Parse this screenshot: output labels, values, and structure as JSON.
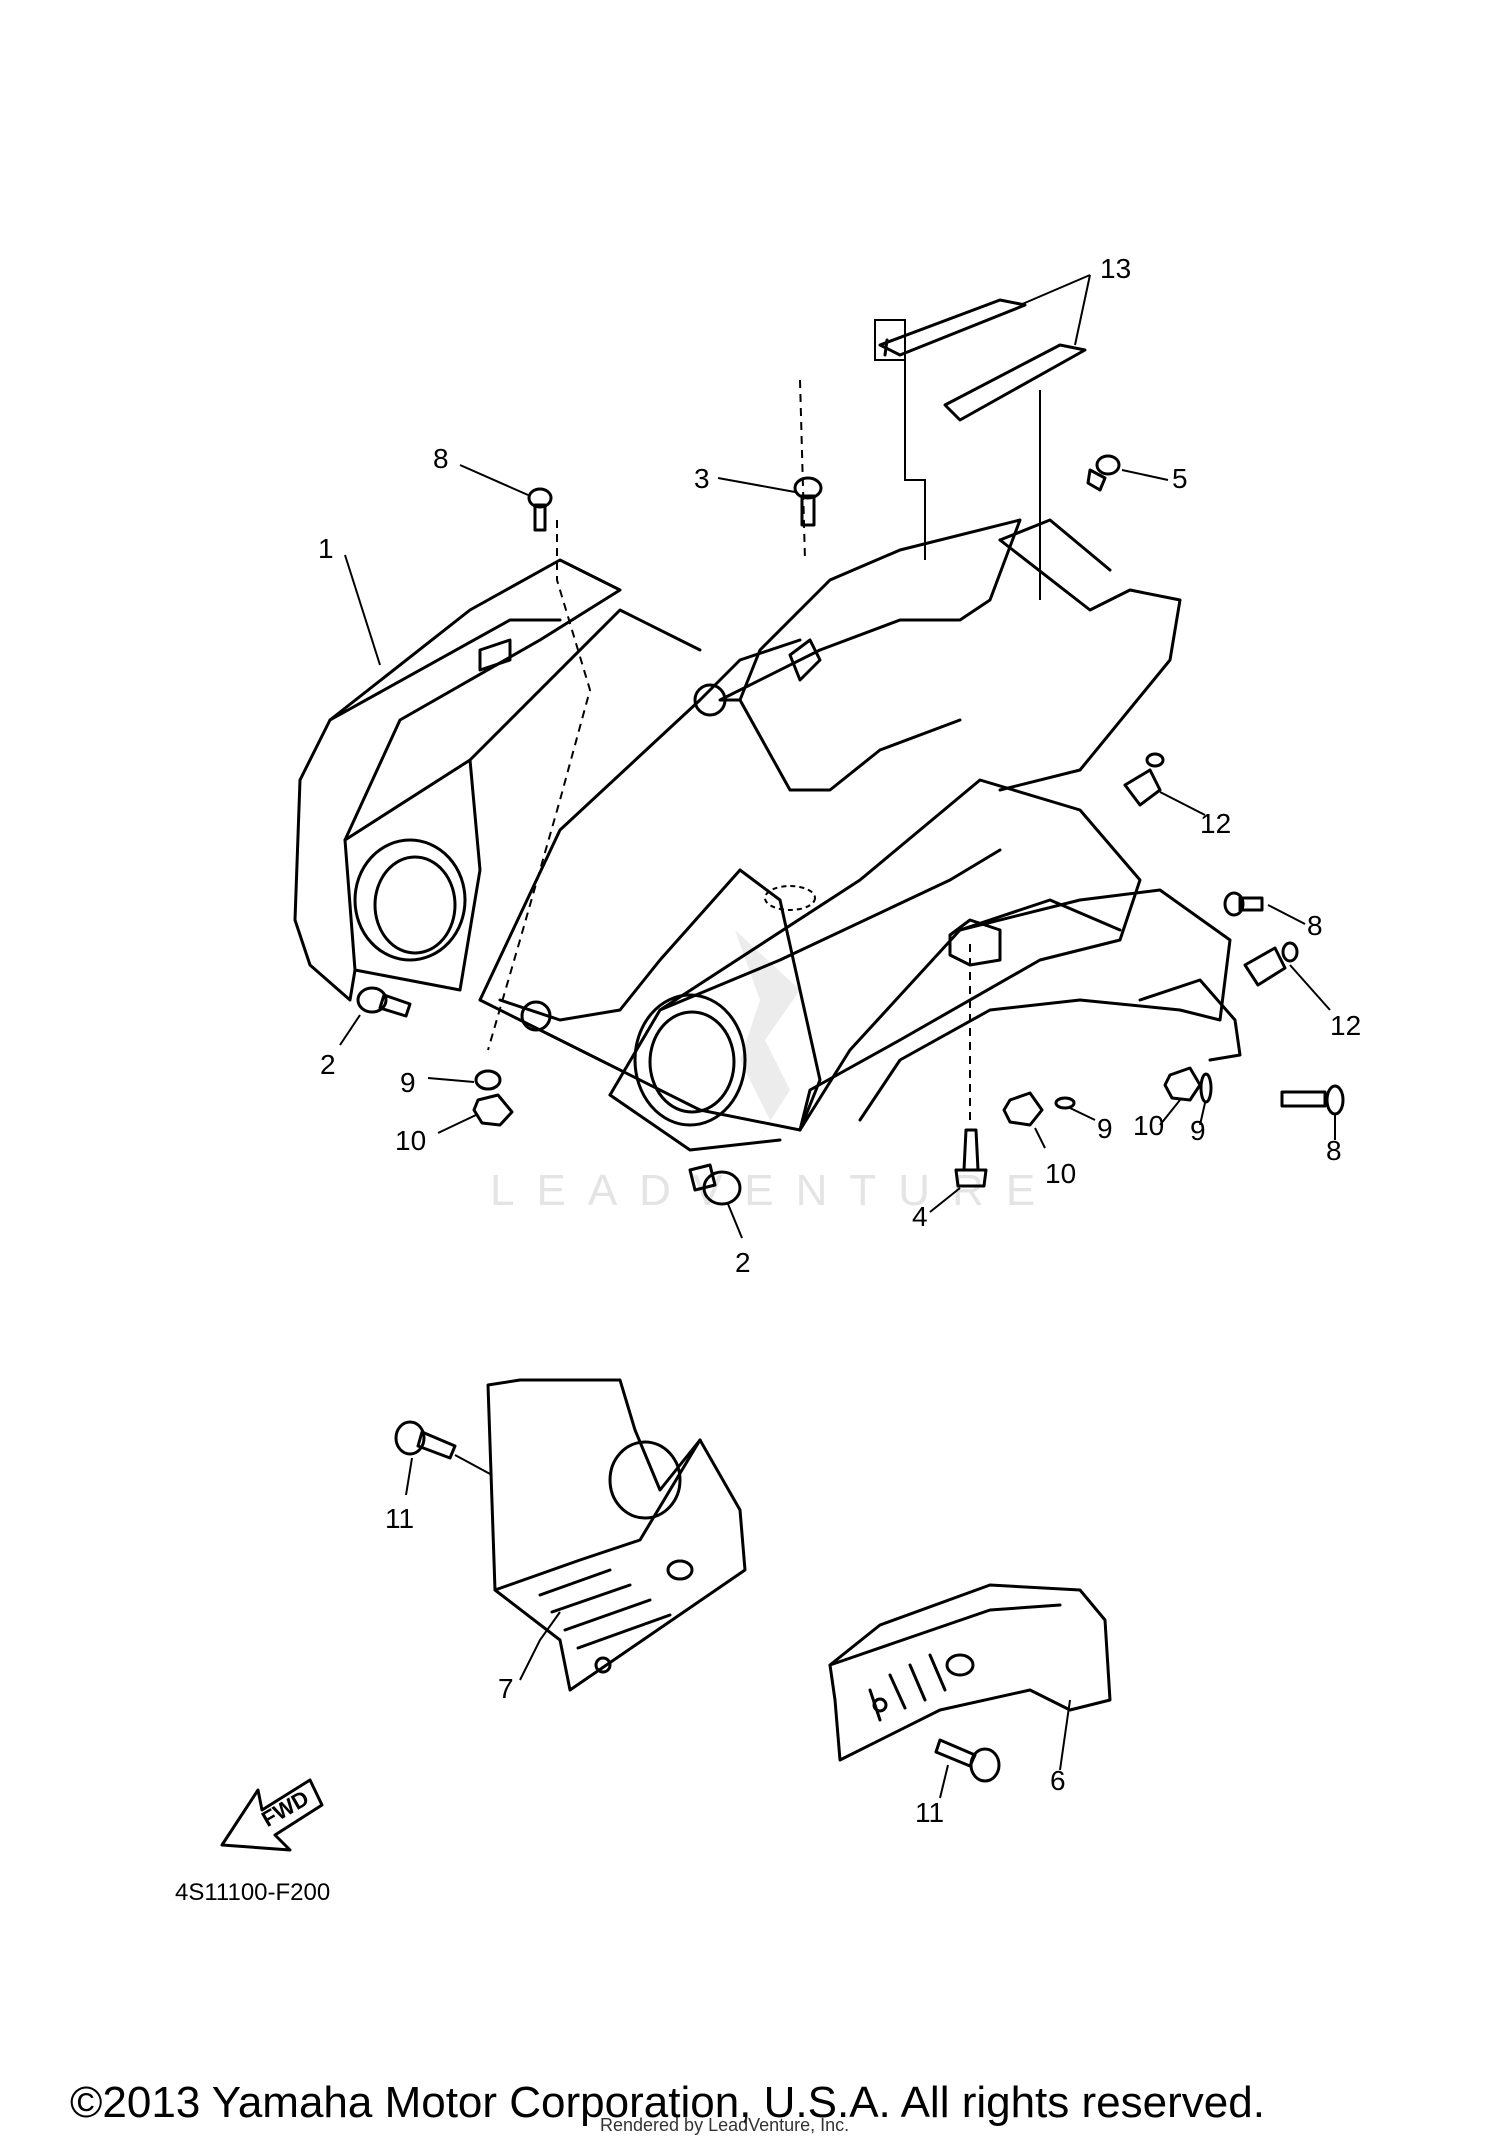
{
  "diagram": {
    "callouts": [
      "1",
      "2",
      "3",
      "4",
      "5",
      "6",
      "7",
      "8",
      "9",
      "10",
      "11",
      "12",
      "13"
    ],
    "watermark": "LEADVENTURE",
    "fwd_label": "FWD",
    "figure_number": "4S11100-F200"
  },
  "footer": {
    "copyright": "©2013 Yamaha Motor Corporation, U.S.A. All rights reserved.",
    "rendered_by": "Rendered by LeadVenture, Inc."
  }
}
